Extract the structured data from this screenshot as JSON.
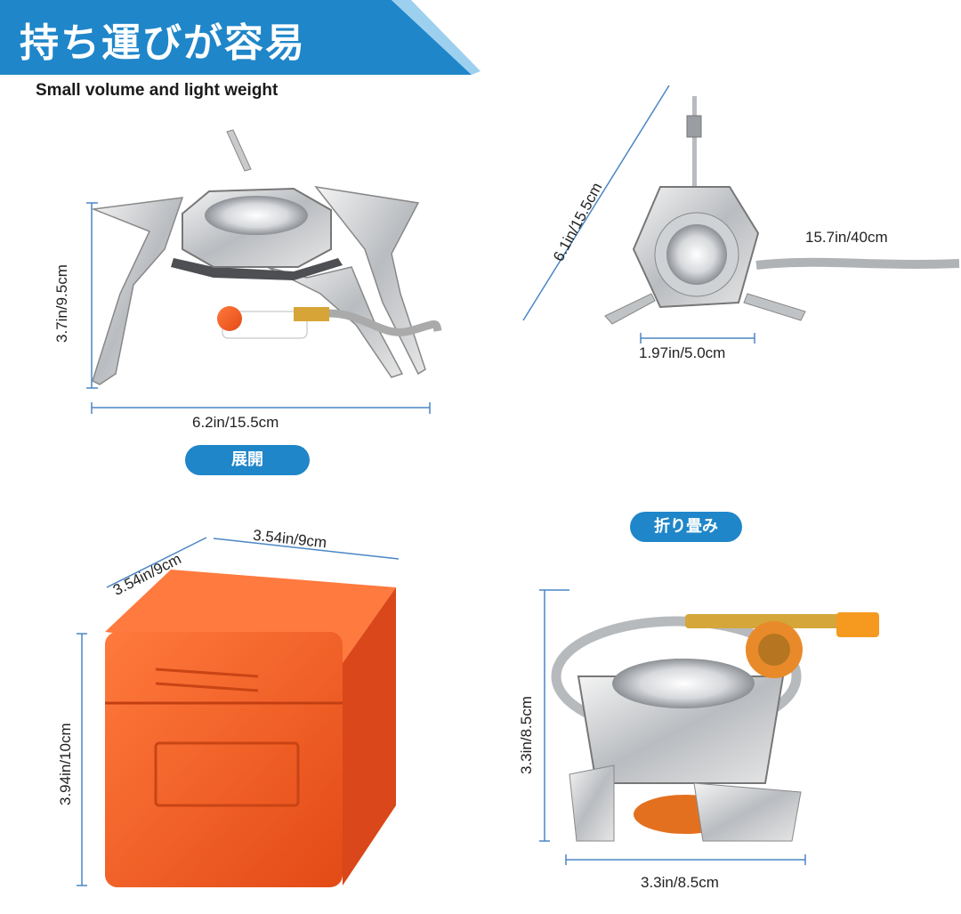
{
  "header": {
    "title": "持ち運びが容易",
    "subtitle": "Small volume and light weight",
    "accent_color": "#1f86c9"
  },
  "unfolded": {
    "height_label": "3.7in/9.5cm",
    "width_label": "6.2in/15.5cm",
    "caption": "展開"
  },
  "top_view": {
    "diagonal_label": "6.1in/15.5cm",
    "hose_label": "15.7in/40cm",
    "burner_label": "1.97in/5.0cm"
  },
  "case": {
    "depth_label": "3.54in/9cm",
    "width_label": "3.54in/9cm",
    "height_label": "3.94in/10cm",
    "color": "#f05a28"
  },
  "folded": {
    "caption": "折り畳み",
    "height_label": "3.3in/8.5cm",
    "width_label": "3.3in/8.5cm"
  }
}
